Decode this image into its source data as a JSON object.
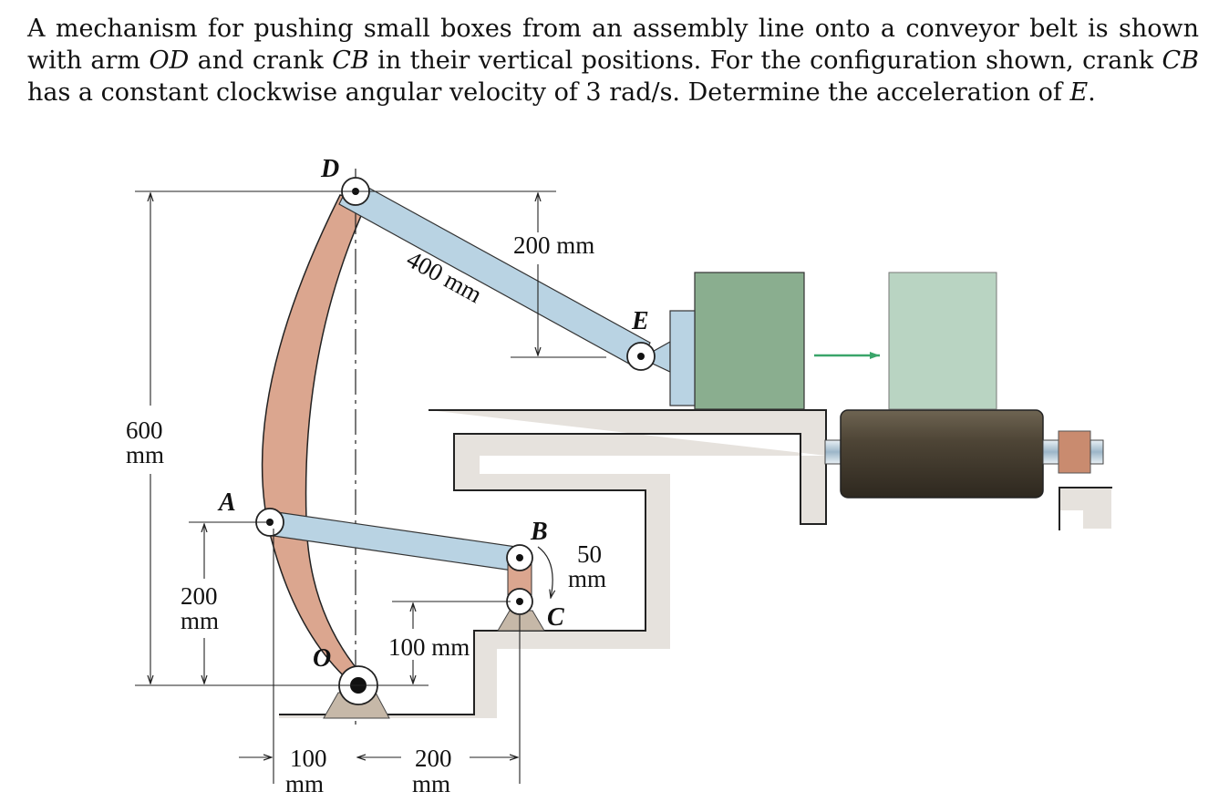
{
  "problem": {
    "part1": "A mechanism for pushing small boxes from an assembly line onto a conveyor belt is shown with arm ",
    "od": "OD",
    "part2": " and crank ",
    "cb": "CB",
    "part3": " in their vertical positions. For the configuration shown, crank ",
    "cb2": "CB",
    "part4": " has a constant clockwise angular velocity of 3 rad/s. Determine the acceleration of ",
    "e": "E",
    "part5": "."
  },
  "points": {
    "D": "D",
    "A": "A",
    "O": "O",
    "B": "B",
    "C": "C",
    "E": "E"
  },
  "dims": {
    "d600_num": "600",
    "d600_unit": "mm",
    "d200_num": "200",
    "d200_unit": "mm",
    "d400": "400 mm",
    "d200mm": "200 mm",
    "d50_num": "50",
    "d50_unit": "mm",
    "d100mm": "100 mm",
    "d100b_num": "100",
    "d100b_unit": "mm",
    "d200b_num": "200",
    "d200b_unit": "mm"
  },
  "colors": {
    "arm": "#dba68f",
    "link": "#b9d3e3",
    "box": "#8aae8f",
    "box_light": "#b9d4c2",
    "roller": "#4f4637",
    "arrow": "#3aa56a",
    "support": "#c6b8a8"
  }
}
